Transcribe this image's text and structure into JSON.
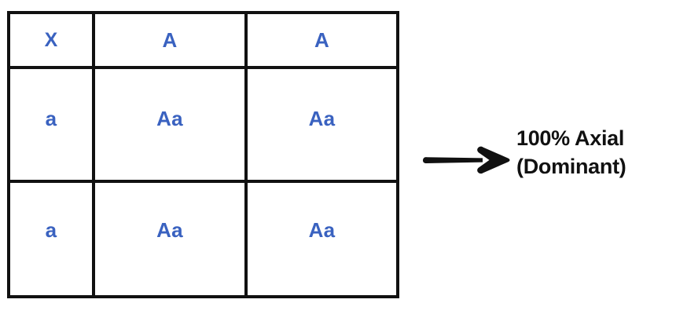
{
  "diagram": {
    "type": "punnett-square",
    "accent_color": "#3a62c0",
    "line_color": "#111111",
    "background_color": "#ffffff",
    "grid": {
      "corner_label": "X",
      "column_headers": [
        "A",
        "A"
      ],
      "row_headers": [
        "a",
        "a"
      ],
      "rows": [
        {
          "header": "a",
          "cells": [
            "Aa",
            "Aa"
          ]
        },
        {
          "header": "a",
          "cells": [
            "Aa",
            "Aa"
          ]
        }
      ],
      "flat_rows": [
        [
          "X",
          "A",
          "A"
        ],
        [
          "a",
          "Aa",
          "Aa"
        ],
        [
          "a",
          "Aa",
          "Aa"
        ]
      ]
    },
    "arrow": {
      "icon": "right-arrow-icon",
      "direction": "right",
      "color": "#111111"
    },
    "result": {
      "line1": "100% Axial",
      "line2": "(Dominant)",
      "percentage": "100%",
      "trait": "Axial",
      "inheritance": "Dominant",
      "color": "#111111"
    }
  }
}
